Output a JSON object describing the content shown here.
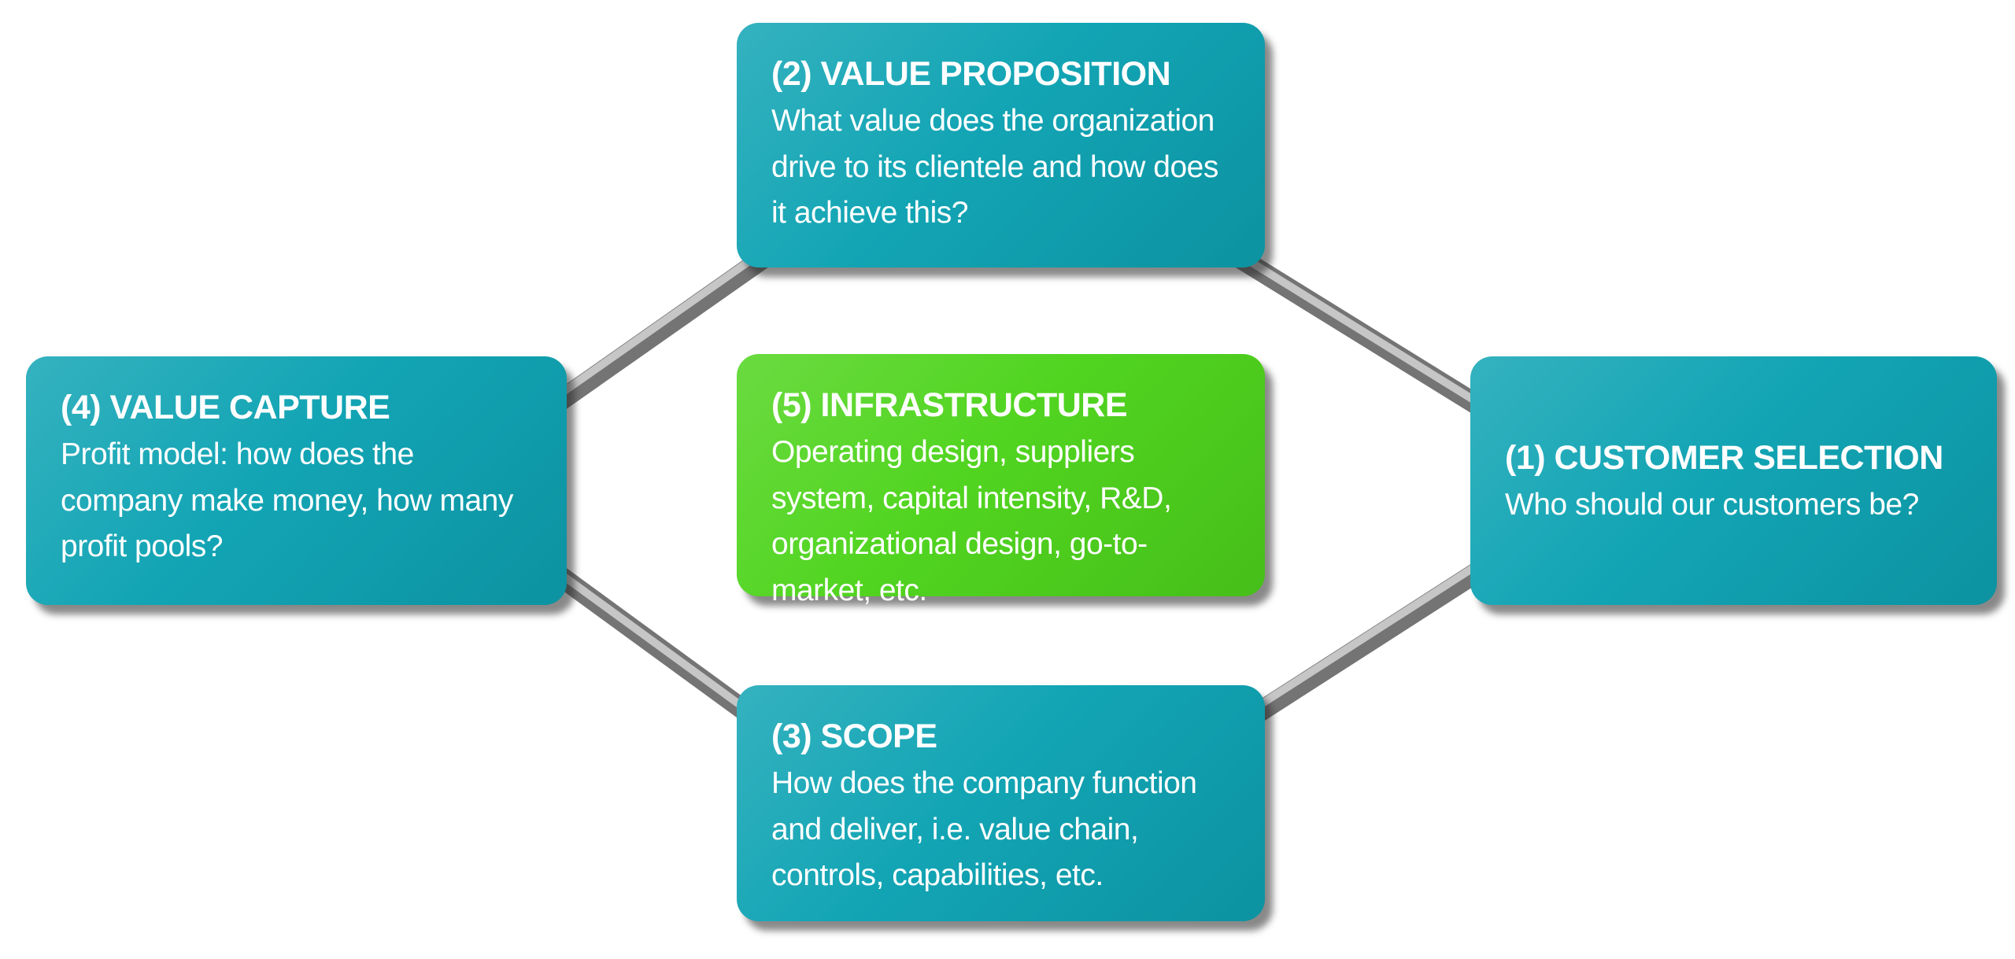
{
  "colors": {
    "teal": "#0ea3b3",
    "green": "#4ed41c",
    "connector_dark": "#747474",
    "connector_light": "#c6c6c6",
    "text": "#ffffff",
    "background": "#ffffff"
  },
  "boxes": {
    "customer_selection": {
      "title": "(1) CUSTOMER SELECTION",
      "body": "Who should our customers be?"
    },
    "value_proposition": {
      "title": "(2) VALUE PROPOSITION",
      "body": "What value does the organization drive to its clientele and how does it achieve this?"
    },
    "scope": {
      "title": "(3) SCOPE",
      "body": "How does the company function and deliver, i.e. value chain, controls, capabilities, etc."
    },
    "value_capture": {
      "title": "(4) VALUE CAPTURE",
      "body": "Profit model: how does the company make money, how many profit pools?"
    },
    "infrastructure": {
      "title": "(5) INFRASTRUCTURE",
      "body": "Operating design, suppliers system, capital intensity, R&D, organizational design, go-to-market, etc."
    }
  }
}
